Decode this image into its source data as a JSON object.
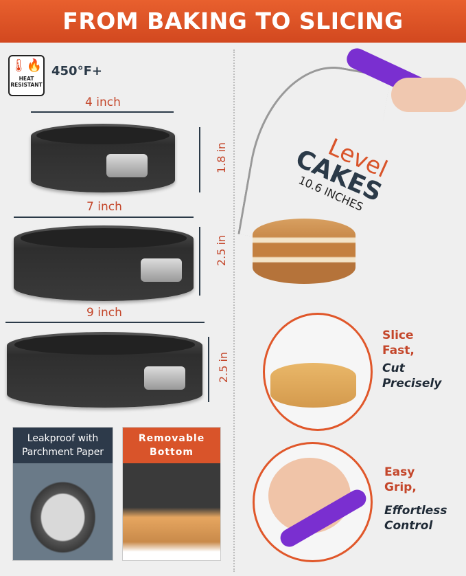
{
  "header": {
    "title": "FROM BAKING TO SLICING"
  },
  "heat": {
    "badge_label": "HEAT RESISTANT",
    "temperature": "450°F+"
  },
  "pans": [
    {
      "width": "4 inch",
      "height": "1.8 in"
    },
    {
      "width": "7 inch",
      "height": "2.5 in"
    },
    {
      "width": "9 inch",
      "height": "2.5 in"
    }
  ],
  "features": [
    {
      "label": "Leakproof with Parchment Paper"
    },
    {
      "label": "Removable Bottom"
    }
  ],
  "slicer": {
    "level": "Level",
    "cakes": "CAKES",
    "size": "10.6 INCHES"
  },
  "benefits": [
    {
      "line1": "Slice",
      "line2": "Fast,",
      "line3": "Cut",
      "line4": "Precisely"
    },
    {
      "line1": "Easy",
      "line2": "Grip,",
      "line3": "Effortless",
      "line4": "Control"
    }
  ],
  "colors": {
    "accent": "#e0572a",
    "dark": "#2b3a48",
    "purple": "#7a2fd0"
  }
}
